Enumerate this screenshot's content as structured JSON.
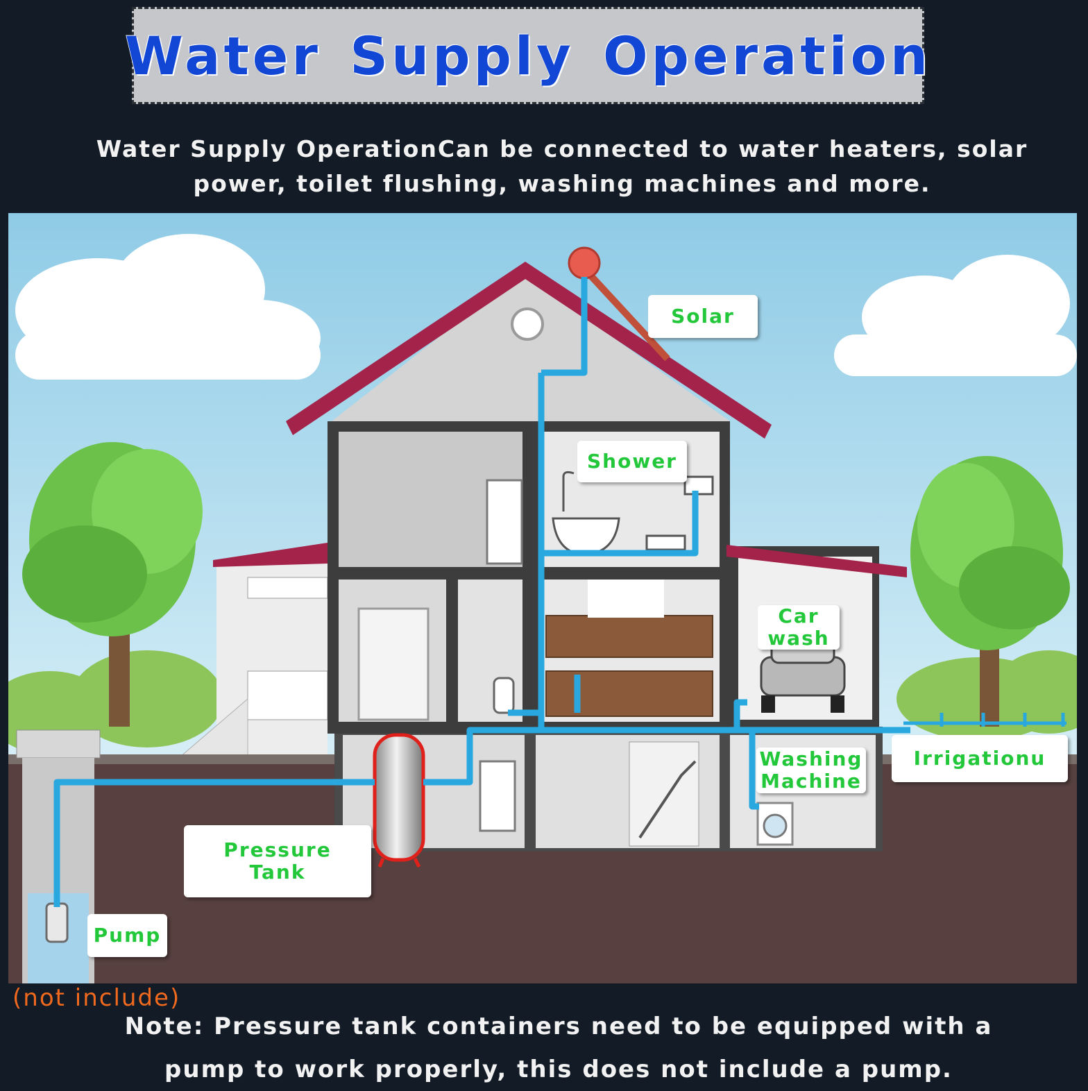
{
  "title": "Water Supply Operation",
  "subtitle": "Water Supply OperationCan be connected to water heaters, solar power, toilet flushing, washing machines and more.",
  "labels": {
    "solar": "Solar",
    "shower": "Shower",
    "car_wash": "Car\nwash",
    "washing_machine": "Washing\nMachine",
    "irrigation": "Irrigationu",
    "pressure_tank": "Pressure\nTank",
    "pump": "Pump"
  },
  "pump_note": "(not include)",
  "note": "Note: Pressure tank containers need to be equipped with a pump to work properly, this does not include a pump.",
  "colors": {
    "background": "#121b26",
    "title_text": "#1247d6",
    "label_text": "#22c83a",
    "pipe": "#29a8e0",
    "roof": "#a3234a",
    "ground": "#57403f",
    "sky": "#a8d8ec",
    "not_include_text": "#f0691e"
  }
}
